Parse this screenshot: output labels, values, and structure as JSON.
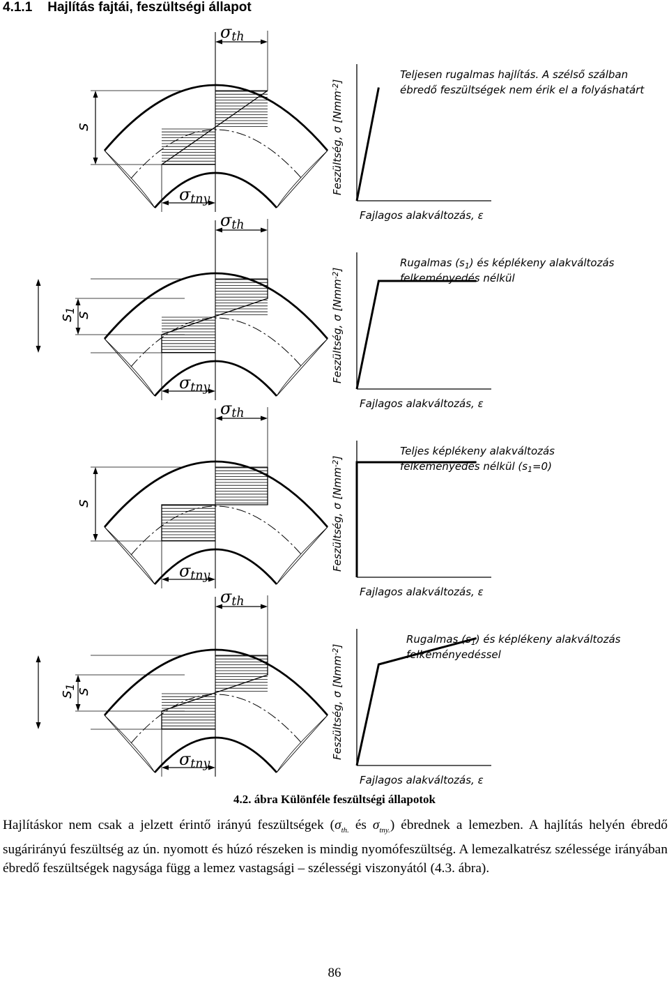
{
  "heading": {
    "number": "4.1.1",
    "title": "Hajlítás fajtái, feszültségi állapot"
  },
  "figure": {
    "labels": {
      "sigma_th": "σ",
      "sigma_th_sub": "th",
      "sigma_tny": "σ",
      "sigma_tny_sub": "tny",
      "s": "s",
      "s1": "s",
      "s1_sub": "1",
      "ylabel": "Feszültség, σ [Nmm",
      "ylabel_sup": "-2",
      "ylabel_end": "]",
      "xlabel": "Fajlagos alakváltozás, ε"
    },
    "panels": [
      {
        "title_lines": [
          "Teljesen rugalmas hajlítás. A szélső szálban",
          "ébredő feszültségek nem érik el a folyáshatárt"
        ],
        "inner_layer": false
      },
      {
        "title_lines": [
          "Rugalmas (s|1|) és képlékeny alakváltozás",
          "felkeményedés nélkül"
        ],
        "inner_layer": true
      },
      {
        "title_lines": [
          "Teljes képlékeny alakváltozás",
          "felkeményedés nélkül (s|1|=0)"
        ],
        "inner_layer": false
      },
      {
        "title_lines": [
          "Rugalmas (s|1|) és képlékeny alakváltozás",
          "felkeményedéssel"
        ],
        "inner_layer": true
      }
    ],
    "caption": "4.2. ábra Különféle feszültségi állapotok"
  },
  "chart_data": [
    {
      "type": "line",
      "title": "Teljesen rugalmas hajlítás. A szélső szálban ébredő feszültségek nem érik el a folyáshatárt",
      "xlabel": "Fajlagos alakváltozás, ε",
      "ylabel": "Feszültség, σ [Nmm-2]",
      "series": [
        {
          "x": [
            0,
            0.095
          ],
          "y": [
            0,
            0.65
          ]
        }
      ]
    },
    {
      "type": "line",
      "title": "Rugalmas (s1) és képlékeny alakváltozás felkeményedés nélkül",
      "xlabel": "Fajlagos alakváltozás, ε",
      "ylabel": "Feszültség, σ [Nmm-2]",
      "series": [
        {
          "x": [
            0,
            0.095,
            0.52
          ],
          "y": [
            0,
            0.62,
            0.62
          ]
        }
      ]
    },
    {
      "type": "line",
      "title": "Teljes képlékeny alakváltozás felkeményedés nélkül (s1=0)",
      "xlabel": "Fajlagos alakváltozás, ε",
      "ylabel": "Feszültség, σ [Nmm-2]",
      "series": [
        {
          "x": [
            0,
            0,
            0.52
          ],
          "y": [
            0,
            0.66,
            0.66
          ]
        }
      ]
    },
    {
      "type": "line",
      "title": "Rugalmas (s1) és képlékeny alakváltozás felkeményedéssel",
      "xlabel": "Fajlagos alakváltozás, ε",
      "ylabel": "Feszültség, σ [Nmm-2]",
      "series": [
        {
          "x": [
            0,
            0.095,
            0.52
          ],
          "y": [
            0,
            0.58,
            0.73
          ]
        }
      ]
    }
  ],
  "paragraph": {
    "p1": "Hajlításkor nem csak a jelzett érintő irányú feszültségek (",
    "sig1": "σ",
    "sub1": "th.",
    "p2": " és ",
    "sig2": "σ",
    "sub2": "tny.",
    "p3": ") ébrednek a lemezben. A hajlítás helyén ébredő sugárirányú feszültség az ún. nyomott és húzó részeken is mindig nyomófeszültség. A lemezalkatrész szélessége irányában ébredő feszültségek nagysága függ a lemez vastagsági – szélességi viszonyától (4.3. ábra)."
  },
  "page_number": "86"
}
